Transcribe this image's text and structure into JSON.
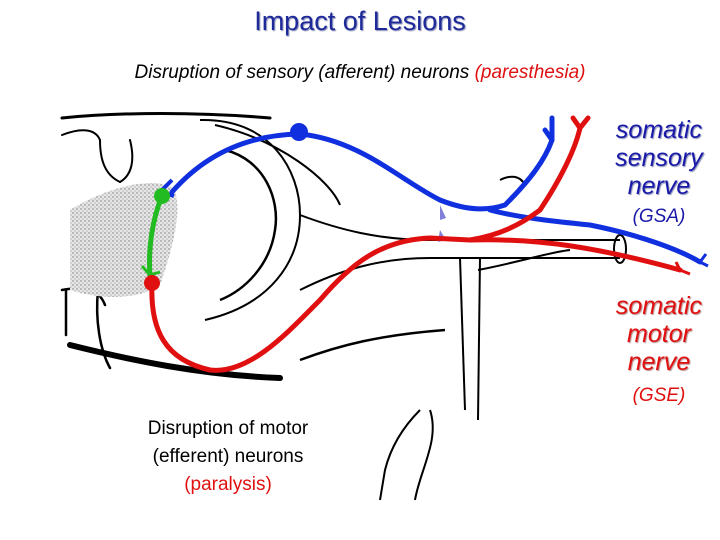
{
  "title": "Impact of Lesions",
  "subtitle": {
    "main": "Disruption of sensory (afferent) neurons",
    "red": "(paresthesia)"
  },
  "labels": {
    "sensory_nerve": [
      "somatic",
      "sensory",
      "nerve"
    ],
    "gsa": "(GSA)",
    "motor_nerve": [
      "somatic",
      "motor",
      "nerve"
    ],
    "gse": "(GSE)"
  },
  "motor_note": {
    "line1": "Disruption of motor",
    "line2": "(efferent) neurons",
    "red": "(paralysis)"
  },
  "colors": {
    "sensory": "#1030e0",
    "motor": "#e01010",
    "interneuron": "#22bb22",
    "title": "#1f2a99"
  }
}
